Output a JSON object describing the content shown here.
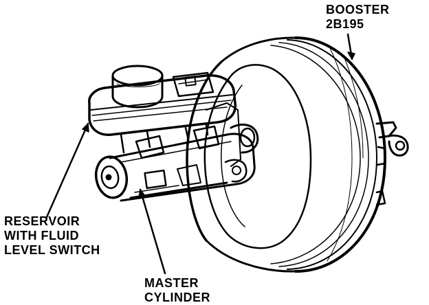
{
  "callouts": {
    "booster": {
      "lines": [
        "BOOSTER",
        "2B195"
      ]
    },
    "reservoir": {
      "lines": [
        "RESERVOIR",
        "WITH FLUID",
        "LEVEL SWITCH"
      ]
    },
    "master_cylinder": {
      "lines": [
        "MASTER",
        "CYLINDER"
      ]
    }
  },
  "colors": {
    "ink": "#000000",
    "paper": "#ffffff"
  }
}
